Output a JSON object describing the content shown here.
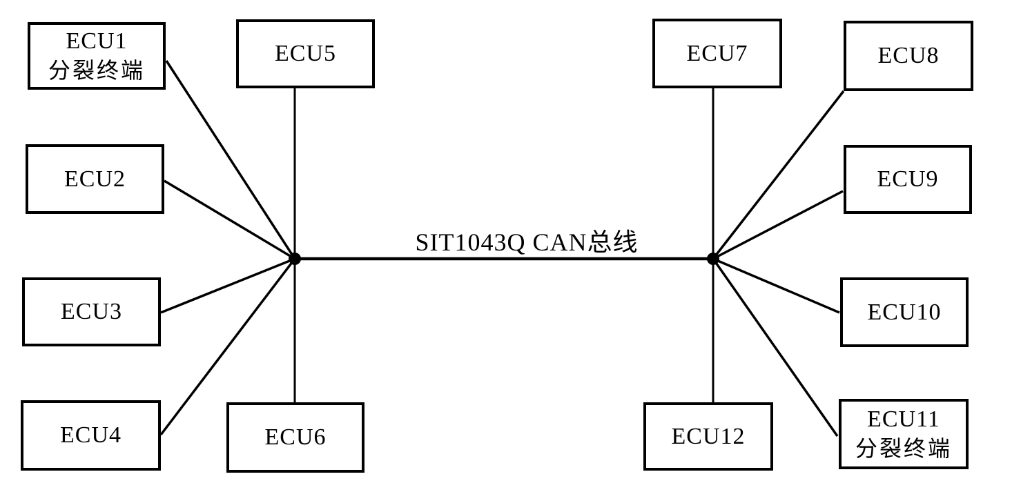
{
  "bus_label": "SIT1043Q CAN总线",
  "nodes": [
    {
      "label": "ECU1",
      "sublabel": "分裂终端"
    },
    {
      "label": "ECU2",
      "sublabel": ""
    },
    {
      "label": "ECU3",
      "sublabel": ""
    },
    {
      "label": "ECU4",
      "sublabel": ""
    },
    {
      "label": "ECU5",
      "sublabel": ""
    },
    {
      "label": "ECU6",
      "sublabel": ""
    },
    {
      "label": "ECU7",
      "sublabel": ""
    },
    {
      "label": "ECU8",
      "sublabel": ""
    },
    {
      "label": "ECU9",
      "sublabel": ""
    },
    {
      "label": "ECU10",
      "sublabel": ""
    },
    {
      "label": "ECU11",
      "sublabel": "分裂终端"
    },
    {
      "label": "ECU12",
      "sublabel": ""
    }
  ],
  "edges": [
    {
      "from": "ECU1",
      "to": "left-hub"
    },
    {
      "from": "ECU2",
      "to": "left-hub"
    },
    {
      "from": "ECU3",
      "to": "left-hub"
    },
    {
      "from": "ECU4",
      "to": "left-hub"
    },
    {
      "from": "ECU5",
      "to": "left-hub"
    },
    {
      "from": "ECU6",
      "to": "left-hub"
    },
    {
      "from": "ECU7",
      "to": "right-hub"
    },
    {
      "from": "ECU8",
      "to": "right-hub"
    },
    {
      "from": "ECU9",
      "to": "right-hub"
    },
    {
      "from": "ECU10",
      "to": "right-hub"
    },
    {
      "from": "ECU11",
      "to": "right-hub"
    },
    {
      "from": "ECU12",
      "to": "right-hub"
    },
    {
      "from": "left-hub",
      "to": "right-hub",
      "label": "SIT1043Q CAN总线"
    }
  ],
  "colors": {
    "line": "#000000",
    "box_border": "#000000",
    "text": "#000000",
    "background": "#ffffff"
  }
}
